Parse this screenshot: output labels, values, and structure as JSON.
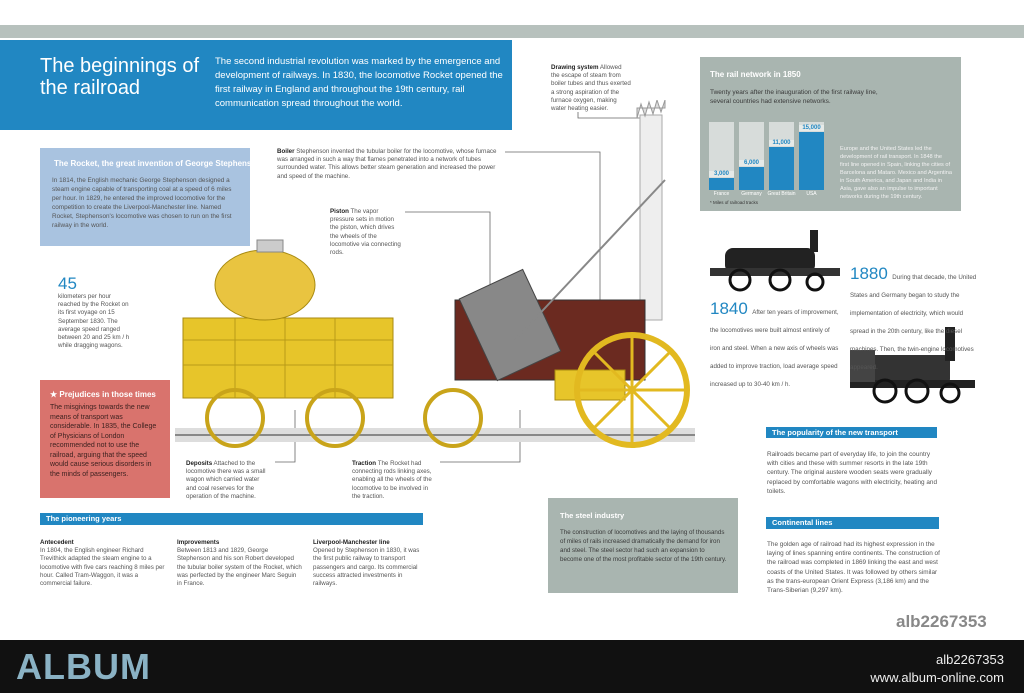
{
  "header": {
    "title": "The beginnings of the railroad",
    "intro": "The second industrial revolution was marked by the emergence and development of railways. In 1830, the locomotive Rocket opened the first railway in England and throughout the 19th century, rail communication spread throughout the world."
  },
  "rocket": {
    "title": "The Rocket, the great invention of George Stephenson",
    "text": "In 1814, the English mechanic George Stephenson designed a steam engine capable of transporting coal at a speed of 6 miles per hour. In 1829, he entered the improved locomotive for the competition to create the Liverpool-Manchester line. Named Rocket, Stephenson's locomotive was chosen to run on the first railway in the world."
  },
  "callouts": {
    "boiler": {
      "label": "Boiler",
      "text": "Stephenson invented the tubular boiler for the locomotive, whose furnace was arranged in such a way that flames penetrated into a network of tubes surrounded water. This allows better steam generation and increased the power and speed of the machine."
    },
    "piston": {
      "label": "Piston",
      "text": "The vapor pressure sets in motion the piston, which drives the wheels of the locomotive via connecting rods."
    },
    "drawing": {
      "label": "Drawing system",
      "text": "Allowed the escape of steam from boiler tubes and thus exerted a strong aspiration of the furnace oxygen, making water heating easier."
    },
    "deposits": {
      "label": "Deposits",
      "text": "Attached to the locomotive there was a small wagon which carried water and coal reserves for the operation of the machine."
    },
    "traction": {
      "label": "Traction",
      "text": "The Rocket had connecting rods linking axes, enabling all the wheels of the locomotive to be involved in the traction."
    }
  },
  "speed": {
    "value": "45",
    "text": "kilometers per hour reached by the Rocket on its first voyage on 15 September 1830. The average speed ranged between 20 and 25 km / h while dragging wagons."
  },
  "prejudices": {
    "title": "Prejudices in those times",
    "text": "The misgivings towards the new means of transport was considerable. In 1835, the College of Physicians of London recommended not to use the railroad, arguing that the speed would cause serious disorders in the minds of passengers."
  },
  "rail_network": {
    "title": "The rail network in 1850",
    "intro": "Twenty years after the inauguration of the first railway line, several countries had extensive networks.",
    "side": "Europe and the United States led the development of rail transport. In 1848 the first line opened in Spain, linking the cities of Barcelona and Mataro. Mexico and Argentina in South America, and Japan and India in Asia, gave also an impulse to important networks during the 19th century.",
    "note": "* Miles of railroad tracks",
    "value_labels": [
      "3,000",
      "6,000",
      "11,000",
      "15,000"
    ]
  },
  "chart_data": {
    "type": "bar",
    "title": "The rail network in 1850",
    "categories": [
      "France",
      "Germany",
      "Great Britain",
      "USA"
    ],
    "values": [
      3000,
      6000,
      11000,
      15000
    ],
    "ylabel": "",
    "ylim": [
      0,
      15000
    ],
    "colors": {
      "bar": "#2187c2",
      "track": "#d7dcda"
    }
  },
  "timeline": {
    "y1840": {
      "year": "1840",
      "text": "After ten years of improvement, the locomotives were built almost entirely of iron and steel. When a new axis of wheels was added to improve traction, load average speed increased up to 30-40 km / h."
    },
    "y1880": {
      "year": "1880",
      "text": "During that decade, the United States and Germany began to study the implementation of electricity, which would spread in the 20th century, like the diesel machines. Then, the twin-engine locomotives appeared."
    }
  },
  "pioneering": {
    "title": "The pioneering years",
    "items": [
      {
        "title": "Antecedent",
        "text": "In 1804, the English engineer Richard Trevithick adapted the steam engine to a locomotive with five cars reaching 8 miles per hour. Called Tram-Waggon, it was a commercial failure."
      },
      {
        "title": "Improvements",
        "text": "Between 1813 and 1829, George Stephenson and his son Robert developed the tubular boiler system of the Rocket, which was perfected by the engineer Marc Seguin in France."
      },
      {
        "title": "Liverpool-Manchester line",
        "text": "Opened by Stephenson in 1830, it was the first public railway to transport passengers and cargo. Its commercial success attracted investments in railways."
      }
    ]
  },
  "steel": {
    "title": "The steel industry",
    "text": "The construction of locomotives and the laying of thousands of miles of rails increased dramatically the demand for iron and steel. The steel sector had such an expansion to become one of the most profitable sector of the 19th century."
  },
  "popularity": {
    "title": "The popularity of the new transport",
    "text": "Railroads became part of everyday life, to join the country with cities and these with summer resorts in the late 19th century. The original austere wooden seats were gradually replaced by comfortable wagons with electricity, heating and toilets."
  },
  "continental": {
    "title": "Continental lines",
    "text": "The golden age of railroad had its highest expression in the laying of lines spanning entire continents. The construction of the railroad was completed in 1869 linking the east and west coasts of the United States. It was followed by others similar as the trans-european Orient Express (3,186 km) and the Trans-Siberian (9,297 km)."
  },
  "watermark": {
    "id": "alb2267353",
    "logo": "ALBUM",
    "footer_id": "alb2267353",
    "url": "www.album-online.com"
  },
  "colors": {
    "accent": "#2187c2",
    "prejudice": "#d9736d",
    "panel": "#a9b5b0",
    "rocket_panel": "#a9c3e0"
  }
}
